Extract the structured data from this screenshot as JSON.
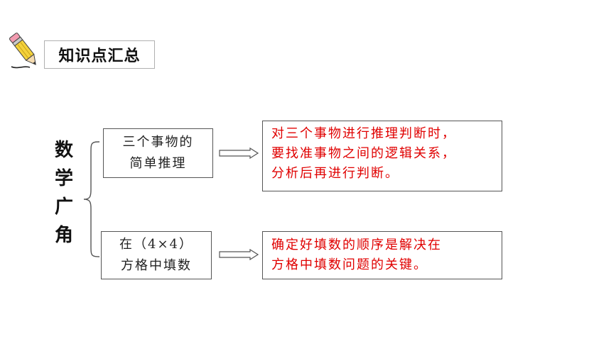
{
  "header": {
    "title": "知识点汇总",
    "icon": "pencil-icon"
  },
  "topic": {
    "chars": [
      "数",
      "学",
      "广",
      "角"
    ]
  },
  "branches": [
    {
      "node_lines": [
        "三个事物的",
        "简单推理"
      ],
      "result_lines": [
        "对三个事物进行推理判断时，",
        "要找准事物之间的逻辑关系，",
        "分析后再进行判断。"
      ]
    },
    {
      "node_lines": [
        "在（4×4）",
        "方格中填数"
      ],
      "result_lines": [
        "确定好填数的顺序是解决在",
        "方格中填数问题的关键。"
      ]
    }
  ],
  "colors": {
    "result_text": "#e00000",
    "pencil_body": "#f4d23c",
    "arrow_fill": "#ffffff",
    "arrow_stroke": "#555555"
  }
}
